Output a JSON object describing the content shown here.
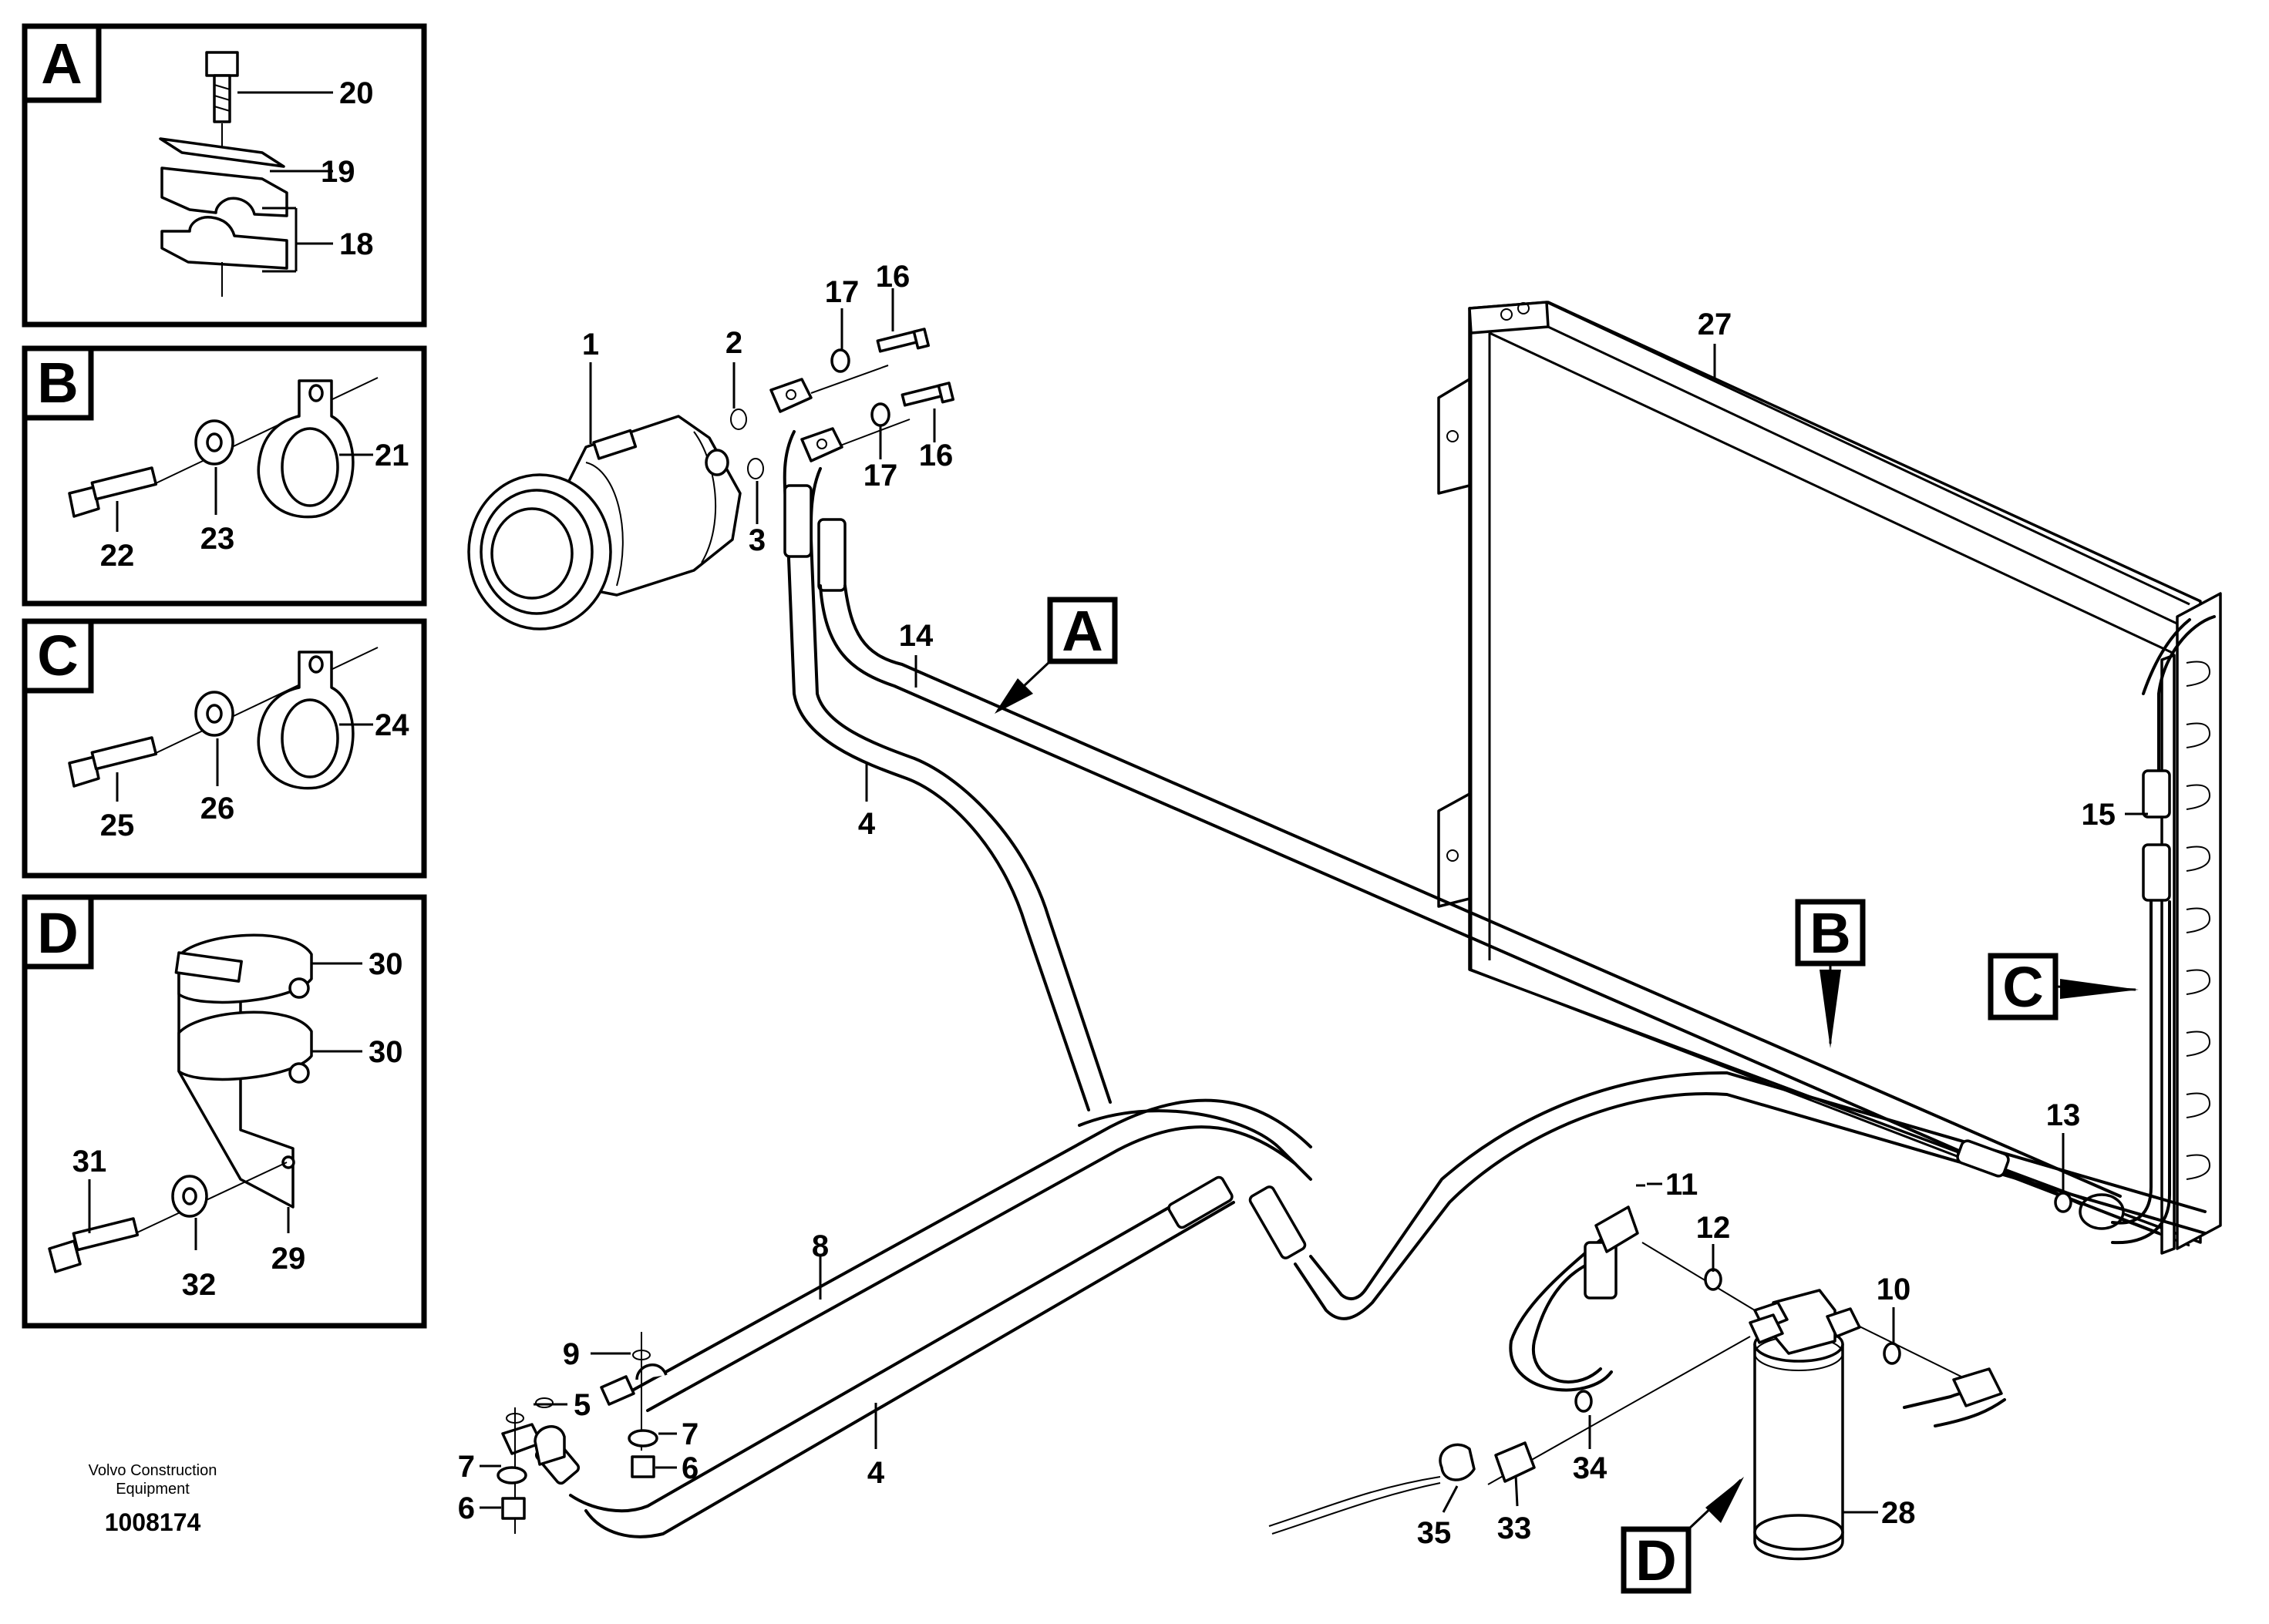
{
  "insets": [
    {
      "letter": "A",
      "labels": [
        "20",
        "19",
        "18"
      ]
    },
    {
      "letter": "B",
      "labels": [
        "21",
        "22",
        "23"
      ]
    },
    {
      "letter": "C",
      "labels": [
        "24",
        "25",
        "26"
      ]
    },
    {
      "letter": "D",
      "labels": [
        "30",
        "30",
        "31",
        "32",
        "29"
      ]
    }
  ],
  "callouts": [
    "A",
    "B",
    "C",
    "D"
  ],
  "part_labels": {
    "p1": "1",
    "p2": "2",
    "p3": "3",
    "p4a": "4",
    "p4b": "4",
    "p5": "5",
    "p6a": "6",
    "p6b": "6",
    "p7a": "7",
    "p7b": "7",
    "p8": "8",
    "p9": "9",
    "p10": "10",
    "p11": "11",
    "p12": "12",
    "p13": "13",
    "p14": "14",
    "p15": "15",
    "p16a": "16",
    "p16b": "16",
    "p17a": "17",
    "p17b": "17",
    "p27": "27",
    "p28": "28",
    "p33": "33",
    "p34": "34",
    "p35": "35"
  },
  "footer": {
    "line1": "Volvo Construction",
    "line2": "Equipment",
    "code": "1008174"
  }
}
